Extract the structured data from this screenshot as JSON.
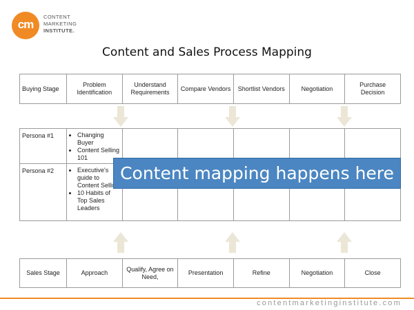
{
  "logo": {
    "monogram": "cm",
    "line1": "CONTENT",
    "line2": "MARKETING",
    "line3": "INSTITUTE."
  },
  "title": "Content and Sales Process Mapping",
  "buying_row": [
    "Buying Stage",
    "Problem Identification",
    "Understand Requirements",
    "Compare Vendors",
    "Shortlist Vendors",
    "Negotiation",
    "Purchase Decision"
  ],
  "personas": [
    {
      "name": "Persona #1",
      "items": [
        "Changing Buyer",
        "Content Selling 101"
      ]
    },
    {
      "name": "Persona #2",
      "items": [
        "Executive's guide to Content Selling",
        "10 Habits of Top Sales Leaders"
      ]
    }
  ],
  "overlay_text": "Content mapping happens here",
  "sales_row": [
    "Sales Stage",
    "Approach",
    "Qualify, Agree on Need,",
    "Presentation",
    "Refine",
    "Negotiation",
    "Close"
  ],
  "footer": "contentmarketinginstitute.com",
  "colors": {
    "accent": "#f08a24",
    "overlay": "#4b86c2",
    "arrow": "#ebe6d6"
  }
}
